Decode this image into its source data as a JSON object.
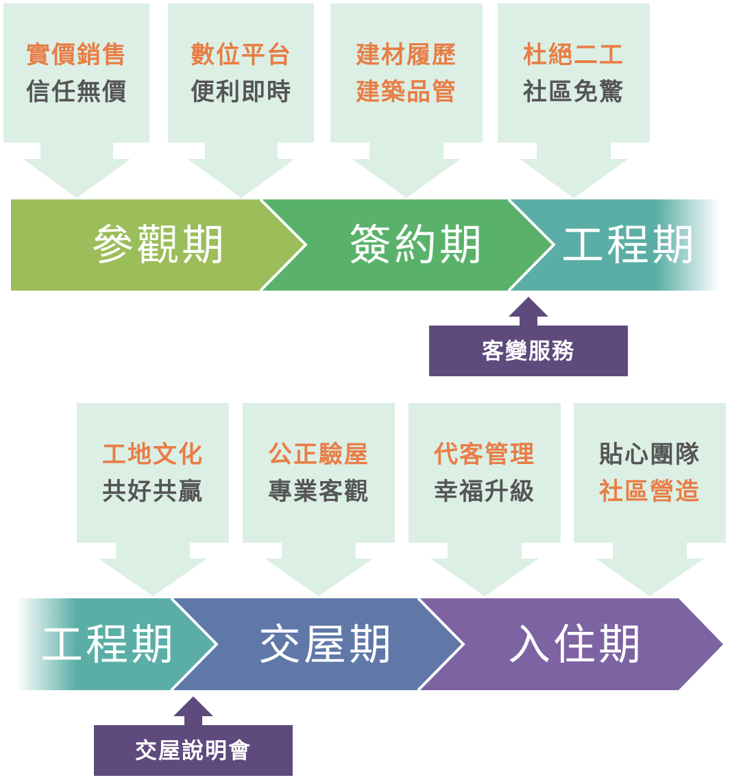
{
  "colors": {
    "card_bg": "#dcefe5",
    "highlight_text": "#e87d45",
    "normal_text": "#555555",
    "stage_visit": "#9bbd5a",
    "stage_sign": "#5ab26a",
    "stage_construction": "#5aaea6",
    "stage_handover": "#5f78a8",
    "stage_movein": "#7e63a3",
    "callout": "#5e4a7c"
  },
  "top_row": {
    "cards": [
      {
        "line1": "實價銷售",
        "line2": "信任無價",
        "line1_highlight": true,
        "line2_highlight": false
      },
      {
        "line1": "數位平台",
        "line2": "便利即時",
        "line1_highlight": true,
        "line2_highlight": false
      },
      {
        "line1": "建材履歷",
        "line2": "建築品管",
        "line1_highlight": true,
        "line2_highlight": true
      },
      {
        "line1": "杜絕二工",
        "line2": "社區免驚",
        "line1_highlight": true,
        "line2_highlight": false
      }
    ],
    "stages": [
      {
        "label": "參觀期",
        "color": "#9bbd5a"
      },
      {
        "label": "簽約期",
        "color": "#5ab26a"
      },
      {
        "label": "工程期",
        "color": "#5aaea6"
      }
    ],
    "callout": {
      "label": "客變服務"
    }
  },
  "bottom_row": {
    "cards": [
      {
        "line1": "工地文化",
        "line2": "共好共贏",
        "line1_highlight": true,
        "line2_highlight": false
      },
      {
        "line1": "公正驗屋",
        "line2": "專業客觀",
        "line1_highlight": true,
        "line2_highlight": false
      },
      {
        "line1": "代客管理",
        "line2": "幸福升級",
        "line1_highlight": true,
        "line2_highlight": false
      },
      {
        "line1": "貼心團隊",
        "line2": "社區營造",
        "line1_highlight": false,
        "line2_highlight": true
      }
    ],
    "stages": [
      {
        "label": "工程期",
        "color": "#5aaea6"
      },
      {
        "label": "交屋期",
        "color": "#5f78a8"
      },
      {
        "label": "入住期",
        "color": "#7e63a3"
      }
    ],
    "callout": {
      "label": "交屋說明會"
    }
  }
}
